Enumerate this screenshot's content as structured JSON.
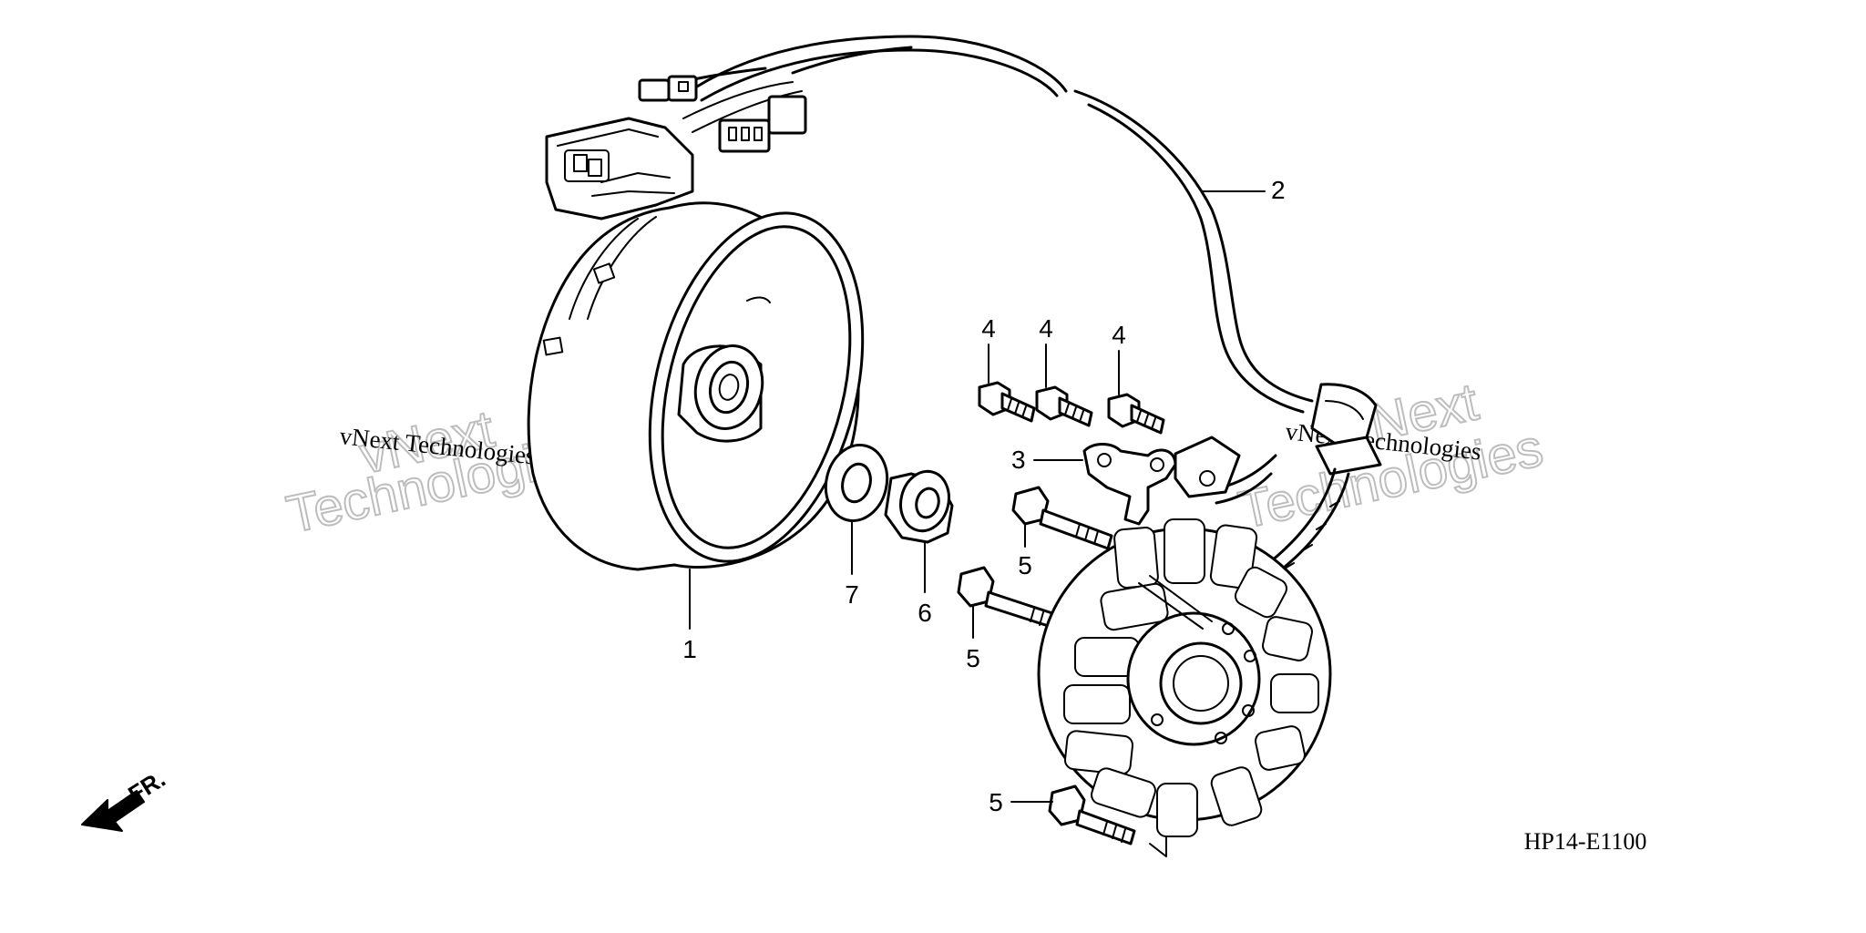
{
  "diagram": {
    "reference_code": "HP14-E1100",
    "direction_marker": "FR.",
    "callouts": [
      {
        "id": "flywheel",
        "label": "1"
      },
      {
        "id": "wire-harness",
        "label": "2"
      },
      {
        "id": "clamp",
        "label": "3"
      },
      {
        "id": "bolt-a",
        "label": "4"
      },
      {
        "id": "bolt-b",
        "label": "4"
      },
      {
        "id": "bolt-c",
        "label": "4"
      },
      {
        "id": "screw-upper",
        "label": "5"
      },
      {
        "id": "screw-middle",
        "label": "5"
      },
      {
        "id": "screw-lower",
        "label": "5"
      },
      {
        "id": "nut",
        "label": "6"
      },
      {
        "id": "washer",
        "label": "7"
      }
    ],
    "watermarks": [
      {
        "brand": "vNext",
        "word": "Technologies",
        "line": "vNext Technologies"
      },
      {
        "brand": "vNext",
        "word": "Technologies",
        "line": "vNext Technologies"
      }
    ]
  }
}
